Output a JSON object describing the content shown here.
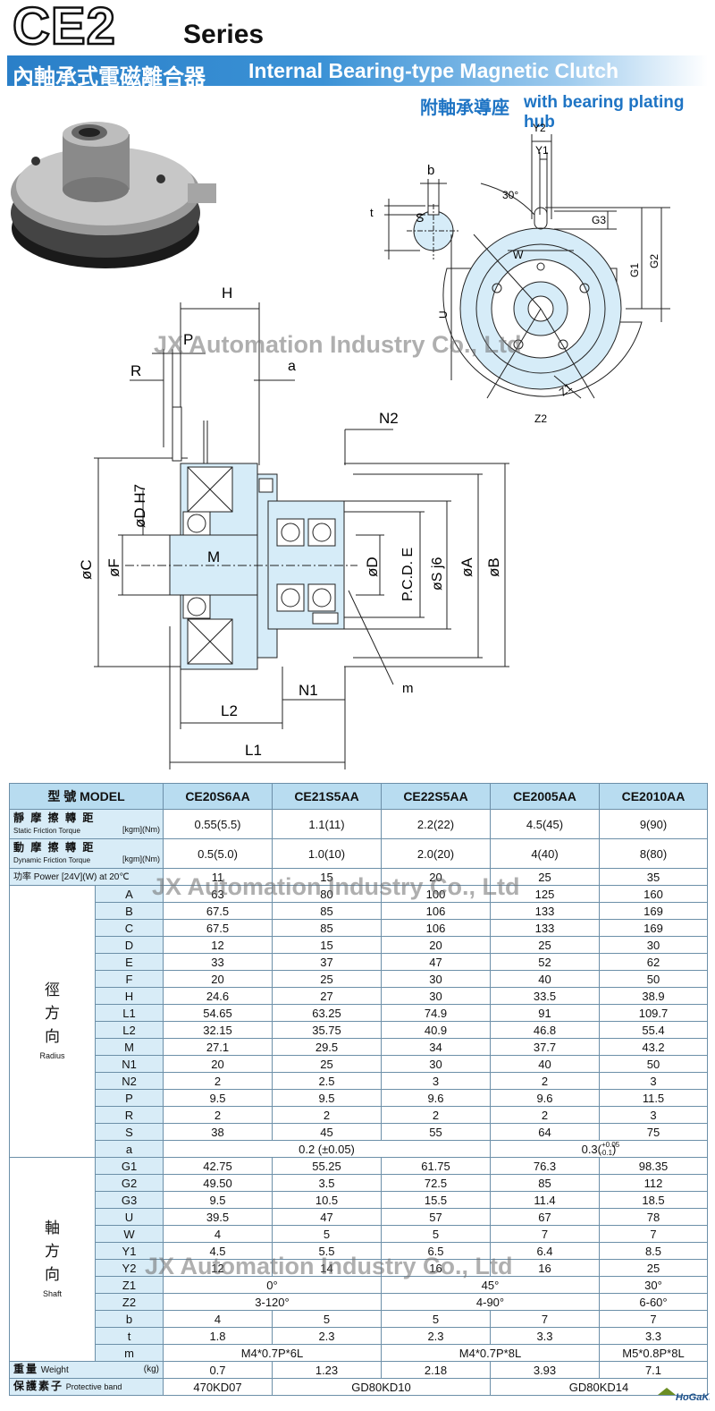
{
  "header": {
    "series_model": "CE2",
    "series_word": "Series",
    "title_zh": "內軸承式電磁離合器",
    "title_en": "Internal Bearing-type Magnetic Clutch",
    "subtitle_zh": "附軸承導座",
    "subtitle_en": "with bearing plating hub"
  },
  "watermark": "JX Automation Industry Co., Ltd",
  "drawing_labels": {
    "b": "b",
    "t": "t",
    "s": "S",
    "y2": "Y2",
    "y1": "Y1",
    "angle30": "30°",
    "g3": "G3",
    "g1": "G1",
    "g2": "G2",
    "w": "W",
    "u": "U",
    "z1": "Z1",
    "z2": "Z2",
    "h": "H",
    "p": "P",
    "r": "R",
    "a": "a",
    "n2": "N2",
    "dh7": "øD H7",
    "c": "øC",
    "f": "øF",
    "m": "M",
    "d": "øD",
    "pcd": "P.C.D. E",
    "sj6": "øS j6",
    "a_dia": "øA",
    "b_dia": "øB",
    "n1": "N1",
    "m_small": "m",
    "l2": "L2",
    "l1": "L1"
  },
  "table": {
    "model_header": "型 號 MODEL",
    "models": [
      "CE20S6AA",
      "CE21S5AA",
      "CE22S5AA",
      "CE2005AA",
      "CE2010AA"
    ],
    "torque_rows": [
      {
        "zh": "靜 摩 擦 轉 距",
        "en": "Static Friction Torque",
        "unit": "[kgm](Nm)",
        "values": [
          "0.55(5.5)",
          "1.1(11)",
          "2.2(22)",
          "4.5(45)",
          "9(90)"
        ]
      },
      {
        "zh": "動 摩 擦 轉 距",
        "en": "Dynamic Friction Torque",
        "unit": "[kgm](Nm)",
        "values": [
          "0.5(5.0)",
          "1.0(10)",
          "2.0(20)",
          "4(40)",
          "8(80)"
        ]
      }
    ],
    "power_row": {
      "label": "功率 Power   [24V](W) at 20℃",
      "values": [
        "11",
        "15",
        "20",
        "25",
        "35"
      ]
    },
    "radius_group": {
      "zh": [
        "徑",
        "方",
        "向"
      ],
      "en": "Radius"
    },
    "radius_rows": [
      {
        "dim": "A",
        "values": [
          "63",
          "80",
          "100",
          "125",
          "160"
        ]
      },
      {
        "dim": "B",
        "values": [
          "67.5",
          "85",
          "106",
          "133",
          "169"
        ]
      },
      {
        "dim": "C",
        "values": [
          "67.5",
          "85",
          "106",
          "133",
          "169"
        ]
      },
      {
        "dim": "D",
        "values": [
          "12",
          "15",
          "20",
          "25",
          "30"
        ]
      },
      {
        "dim": "E",
        "values": [
          "33",
          "37",
          "47",
          "52",
          "62"
        ]
      },
      {
        "dim": "F",
        "values": [
          "20",
          "25",
          "30",
          "40",
          "50"
        ]
      },
      {
        "dim": "H",
        "values": [
          "24.6",
          "27",
          "30",
          "33.5",
          "38.9"
        ]
      },
      {
        "dim": "L1",
        "values": [
          "54.65",
          "63.25",
          "74.9",
          "91",
          "109.7"
        ]
      },
      {
        "dim": "L2",
        "values": [
          "32.15",
          "35.75",
          "40.9",
          "46.8",
          "55.4"
        ]
      },
      {
        "dim": "M",
        "values": [
          "27.1",
          "29.5",
          "34",
          "37.7",
          "43.2"
        ]
      },
      {
        "dim": "N1",
        "values": [
          "20",
          "25",
          "30",
          "40",
          "50"
        ]
      },
      {
        "dim": "N2",
        "values": [
          "2",
          "2.5",
          "3",
          "2",
          "3"
        ]
      },
      {
        "dim": "P",
        "values": [
          "9.5",
          "9.5",
          "9.6",
          "9.6",
          "11.5"
        ]
      },
      {
        "dim": "R",
        "values": [
          "2",
          "2",
          "2",
          "2",
          "3"
        ]
      },
      {
        "dim": "S",
        "values": [
          "38",
          "45",
          "55",
          "64",
          "75"
        ]
      }
    ],
    "a_row": {
      "dim": "a",
      "left": "0.2 (±0.05)",
      "right": "0.3(",
      "right_sup": "+0.05",
      "right_sub": "-0.1",
      "right_end": ")"
    },
    "shaft_group": {
      "zh": [
        "軸",
        "方",
        "向"
      ],
      "en": "Shaft"
    },
    "shaft_rows": [
      {
        "dim": "G1",
        "values": [
          "42.75",
          "55.25",
          "61.75",
          "76.3",
          "98.35"
        ]
      },
      {
        "dim": "G2",
        "values": [
          "49.50",
          "3.5",
          "72.5",
          "85",
          "112"
        ]
      },
      {
        "dim": "G3",
        "values": [
          "9.5",
          "10.5",
          "15.5",
          "11.4",
          "18.5"
        ]
      },
      {
        "dim": "U",
        "values": [
          "39.5",
          "47",
          "57",
          "67",
          "78"
        ]
      },
      {
        "dim": "W",
        "values": [
          "4",
          "5",
          "5",
          "7",
          "7"
        ]
      },
      {
        "dim": "Y1",
        "values": [
          "4.5",
          "5.5",
          "6.5",
          "6.4",
          "8.5"
        ]
      },
      {
        "dim": "Y2",
        "values": [
          "12",
          "14",
          "16",
          "16",
          "25"
        ]
      }
    ],
    "z1_row": {
      "dim": "Z1",
      "v1": "0°",
      "v2": "45°",
      "v3": "30°"
    },
    "z2_row": {
      "dim": "Z2",
      "v1": "3-120°",
      "v2": "4-90°",
      "v3": "6-60°"
    },
    "b_row": {
      "dim": "b",
      "values": [
        "4",
        "5",
        "5",
        "7",
        "7"
      ]
    },
    "t_row": {
      "dim": "t",
      "values": [
        "1.8",
        "2.3",
        "2.3",
        "3.3",
        "3.3"
      ]
    },
    "m_row": {
      "dim": "m",
      "v1": "M4*0.7P*6L",
      "v2": "M4*0.7P*8L",
      "v3": "M5*0.8P*8L"
    },
    "weight_row": {
      "zh": "重量",
      "en": "Weight",
      "unit": "(kg)",
      "values": [
        "0.7",
        "1.23",
        "2.18",
        "3.93",
        "7.1"
      ]
    },
    "band_row": {
      "zh": "保護素子",
      "en": "Protective band",
      "v1": "470KD07",
      "v2": "GD80KD10",
      "v3": "GD80KD14"
    }
  },
  "logo_text": "HoGaKi"
}
